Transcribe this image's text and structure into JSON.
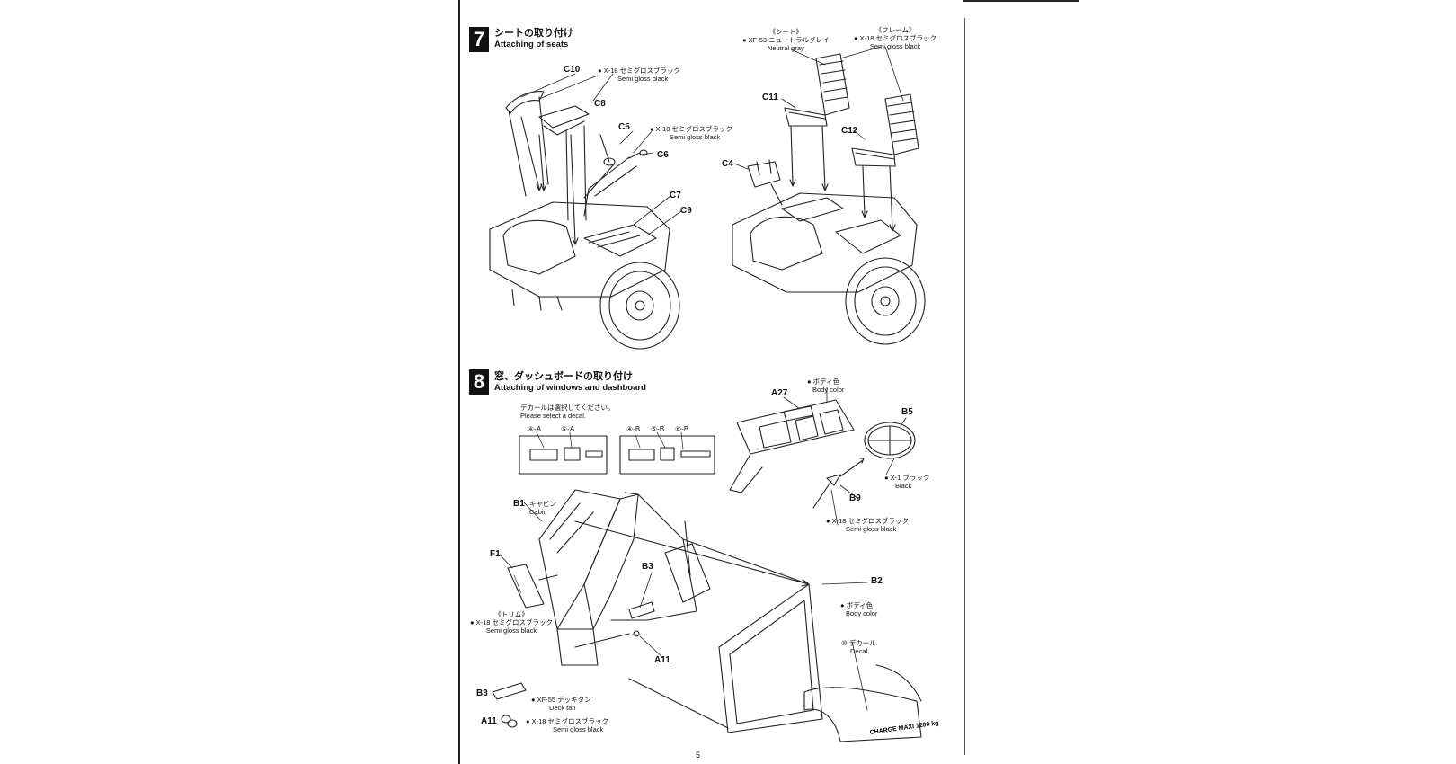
{
  "page_number": "5",
  "step7": {
    "number": "7",
    "title_jp": "シートの取り付け",
    "title_en": "Attaching of seats",
    "parts": [
      "C10",
      "C8",
      "C5",
      "C6",
      "C7",
      "C9",
      "C4",
      "C11",
      "C12"
    ],
    "notes": {
      "x18_a": "X-18 セミグロスブラック",
      "x18_a_en": "Semi gloss black",
      "x18_b": "X-18 セミグロスブラック",
      "x18_b_en": "Semi gloss black",
      "seat_hdr": "《シート》",
      "seat_paint": "XF-53 ニュートラルグレイ",
      "seat_paint_en": "Neutral gray",
      "frame_hdr": "《フレーム》",
      "frame_paint": "X-18 セミグロスブラック",
      "frame_paint_en": "Semi gloss black"
    }
  },
  "step8": {
    "number": "8",
    "title_jp": "窓、ダッシュボードの取り付け",
    "title_en": "Attaching of windows and dashboard",
    "decal_prompt_jp": "デカールは選択してください。",
    "decal_prompt_en": "Please select a decal.",
    "decal_set_a": [
      "④-A",
      "⑤-A"
    ],
    "decal_set_b": [
      "④-B",
      "⑤-B",
      "⑥-B"
    ],
    "parts": [
      "A27",
      "B5",
      "B9",
      "B1",
      "F1",
      "B3",
      "A11",
      "B2"
    ],
    "notes": {
      "a27_paint": "ボディ色",
      "a27_paint_en": "Body color",
      "b5_paint": "X-1 ブラック",
      "b5_paint_en": "Black",
      "b9_paint": "X-18 セミグロスブラック",
      "b9_paint_en": "Semi gloss black",
      "b1_name": "キャビン",
      "b1_name_en": "Cabin",
      "trim_hdr": "《トリム》",
      "trim_paint": "X-18 セミグロスブラック",
      "trim_paint_en": "Semi gloss black",
      "b2_paint": "ボディ色",
      "b2_paint_en": "Body color",
      "decal10": "⑩ デカール",
      "decal10_en": "Decal.",
      "b3_paint": "XF-55 デッキタン",
      "b3_paint_en": "Deck tan",
      "a11_paint": "X-18 セミグロスブラック",
      "a11_paint_en": "Semi gloss black",
      "plate_text": "CHARGE MAXI 1200 kg"
    }
  }
}
